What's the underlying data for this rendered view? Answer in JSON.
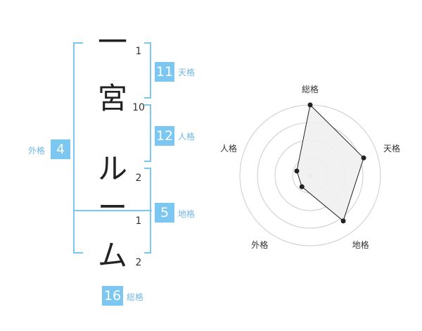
{
  "name_chars": [
    {
      "char": "一",
      "strokes": "1"
    },
    {
      "char": "宮",
      "strokes": "10"
    },
    {
      "char": "ル",
      "strokes": "2"
    },
    {
      "char": "ー",
      "strokes": "1"
    },
    {
      "char": "ム",
      "strokes": "2"
    }
  ],
  "fortune": {
    "tenkaku": {
      "value": "11",
      "label": "天格"
    },
    "jinkaku": {
      "value": "12",
      "label": "人格"
    },
    "chikaku": {
      "value": "5",
      "label": "地格"
    },
    "gaikaku": {
      "value": "4",
      "label": "外格"
    },
    "soukaku": {
      "value": "16",
      "label": "総格"
    }
  },
  "chart_data": {
    "type": "radar",
    "axes": [
      "総格",
      "天格",
      "地格",
      "外格",
      "人格"
    ],
    "values": [
      5,
      4,
      4,
      1,
      1
    ],
    "max": 5,
    "rings": 4,
    "colors": {
      "fill": "#f0f0f0",
      "line": "#222222",
      "grid": "#cccccc"
    }
  }
}
